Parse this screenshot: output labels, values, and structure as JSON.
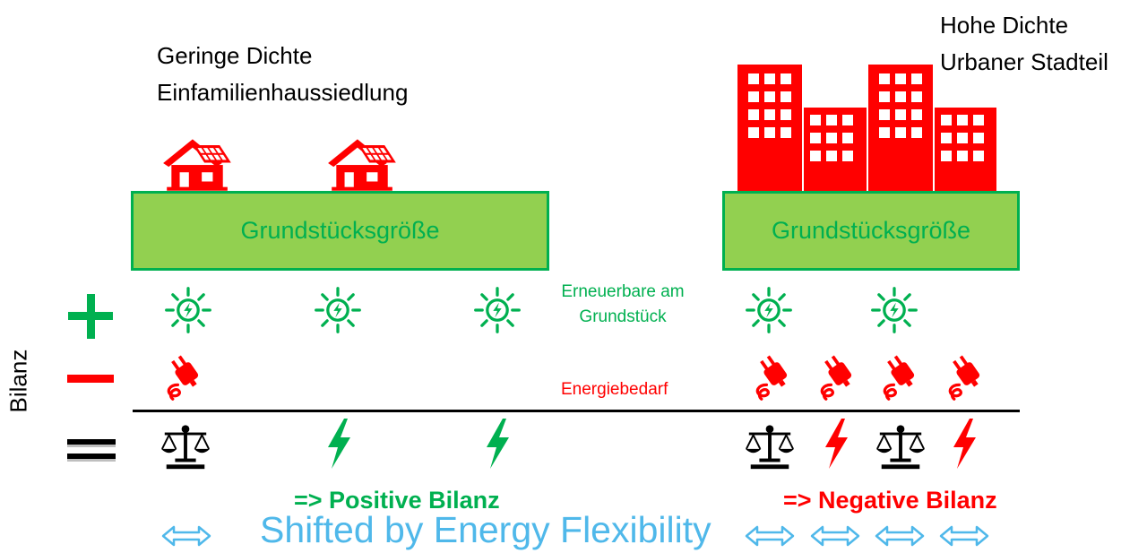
{
  "top_fragment": "",
  "left_group": {
    "title_line1": "Geringe Dichte",
    "title_line2": "Einfamilienhaussiedlung",
    "plot_label": "Grundstücksgröße",
    "result": "=> Positive Bilanz"
  },
  "right_group": {
    "title_line1": "Hohe Dichte",
    "title_line2": "Urbaner Stadteil",
    "plot_label": "Grundstücksgröße",
    "result": "=> Negative Bilanz"
  },
  "renewables_label_line1": "Erneuerbare am",
  "renewables_label_line2": "Grundstück",
  "demand_label": "Energiebedarf",
  "axis_label": "Bilanz",
  "symbols": {
    "plus": "+",
    "minus": "−",
    "equals": "="
  },
  "footer": "Shifted by Energy Flexibility",
  "colors": {
    "green": "#00b050",
    "plot_fill": "#92d050",
    "red": "#ff0000",
    "blue": "#4fb8ea",
    "black": "#000000"
  },
  "icons": [
    "house-solar-icon",
    "building-icon",
    "sun-icon",
    "plug-icon",
    "balance-scale-icon",
    "lightning-icon",
    "double-arrow-icon"
  ]
}
